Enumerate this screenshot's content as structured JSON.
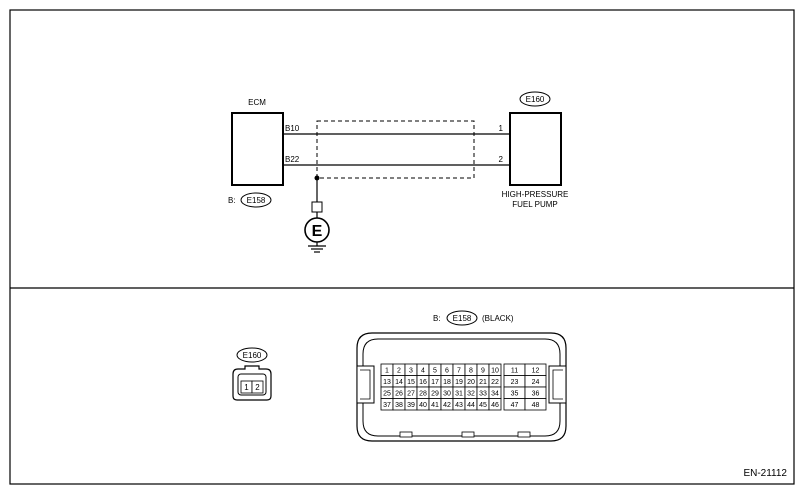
{
  "frame": {
    "page_code": "EN-21112"
  },
  "wiring": {
    "ecm_label": "ECM",
    "ecm_connector_prefix": "B:",
    "ecm_connector": "E158",
    "ecm_pins": [
      "B10",
      "B22"
    ],
    "ground_symbol": "E",
    "pump_connector": "E160",
    "pump_pins": [
      "1",
      "2"
    ],
    "pump_name_line1": "HIGH-PRESSURE",
    "pump_name_line2": "FUEL PUMP"
  },
  "connector_e160": {
    "tag": "E160",
    "pins": [
      "1",
      "2"
    ]
  },
  "connector_e158": {
    "prefix": "B:",
    "tag": "E158",
    "color_note": "(BLACK)",
    "rows_left": [
      [
        "1",
        "2",
        "3",
        "4",
        "5",
        "6",
        "7",
        "8",
        "9",
        "10"
      ],
      [
        "13",
        "14",
        "15",
        "16",
        "17",
        "18",
        "19",
        "20",
        "21",
        "22"
      ],
      [
        "25",
        "26",
        "27",
        "28",
        "29",
        "30",
        "31",
        "32",
        "33",
        "34"
      ],
      [
        "37",
        "38",
        "39",
        "40",
        "41",
        "42",
        "43",
        "44",
        "45",
        "46"
      ]
    ],
    "rows_right": [
      [
        "11",
        "12"
      ],
      [
        "23",
        "24"
      ],
      [
        "35",
        "36"
      ],
      [
        "47",
        "48"
      ]
    ]
  }
}
